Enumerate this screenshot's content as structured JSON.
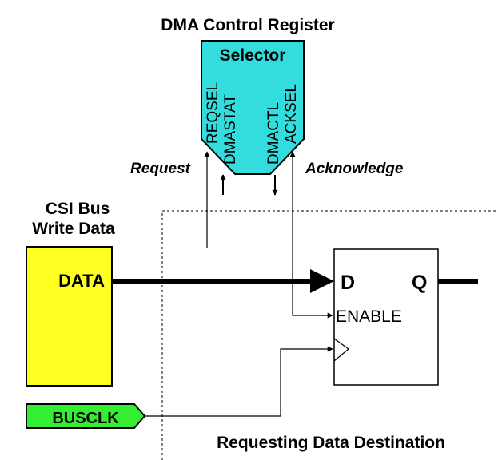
{
  "selector_block": {
    "heading": "DMA Control Register",
    "title": "Selector",
    "signals": [
      "REQSEL",
      "DMASTAT",
      "DMACTL",
      "ACKSEL"
    ],
    "fill": "#33dddd"
  },
  "request_label": "Request",
  "acknowledge_label": "Acknowledge",
  "csi_bus": {
    "heading_line1": "CSI Bus",
    "heading_line2": "Write Data",
    "data_label": "DATA",
    "fill": "#ffff22"
  },
  "busclk": {
    "label": "BUSCLK",
    "fill": "#33ee33"
  },
  "flipflop": {
    "d_label": "D",
    "q_label": "Q",
    "enable_label": "ENABLE"
  },
  "destination_label": "Requesting Data Destination"
}
